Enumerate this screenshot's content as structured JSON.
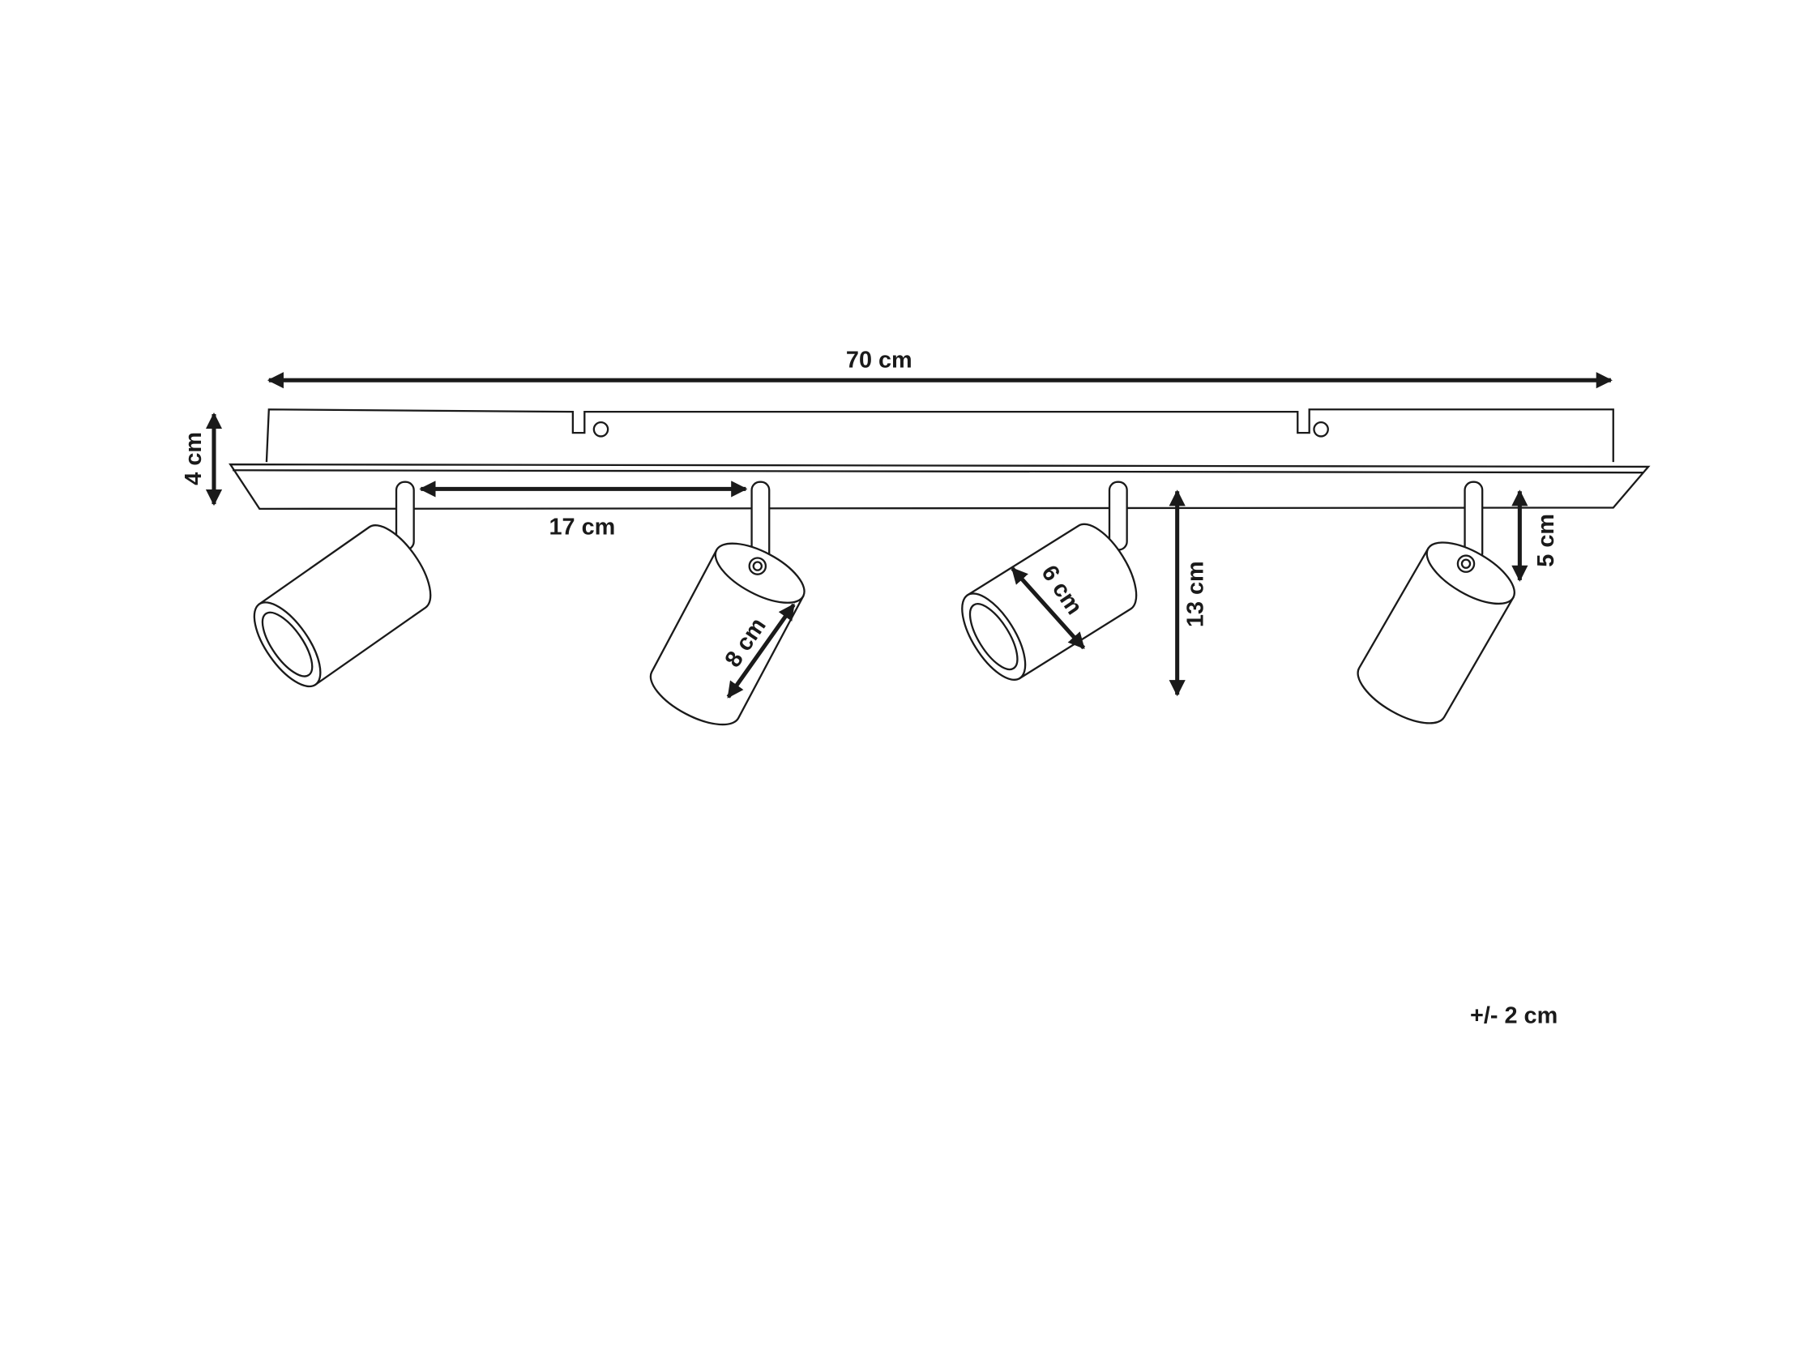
{
  "dimensions": {
    "total_length": "70 cm",
    "box_height": "4 cm",
    "spot_spacing": "17 cm",
    "spot_length": "8 cm",
    "spot_diameter": "6 cm",
    "total_height": "13 cm",
    "stem_height": "5 cm"
  },
  "tolerance": "+/- 2 cm",
  "colors": {
    "line": "#1a1a1a",
    "background": "#ffffff"
  }
}
